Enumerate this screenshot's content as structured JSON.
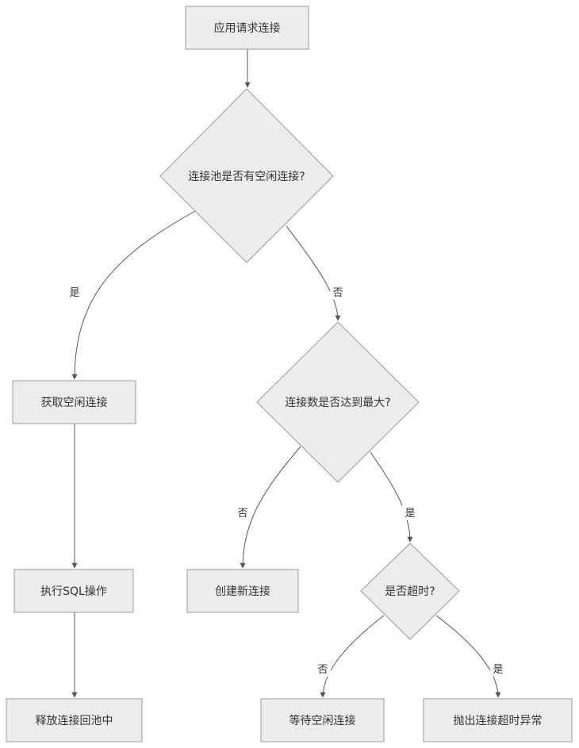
{
  "nodes": {
    "request": "应用请求连接",
    "has_idle": "连接池是否有空闲连接?",
    "get_idle": "获取空闲连接",
    "max_reached": "连接数是否达到最大?",
    "exec_sql": "执行SQL操作",
    "create_new": "创建新连接",
    "timeout": "是否超时?",
    "release": "释放连接回池中",
    "wait_idle": "等待空闲连接",
    "throw_timeout": "抛出连接超时异常"
  },
  "edge_labels": {
    "has_idle_yes": "是",
    "has_idle_no": "否",
    "max_no": "否",
    "max_yes": "是",
    "timeout_no": "否",
    "timeout_yes": "是"
  }
}
